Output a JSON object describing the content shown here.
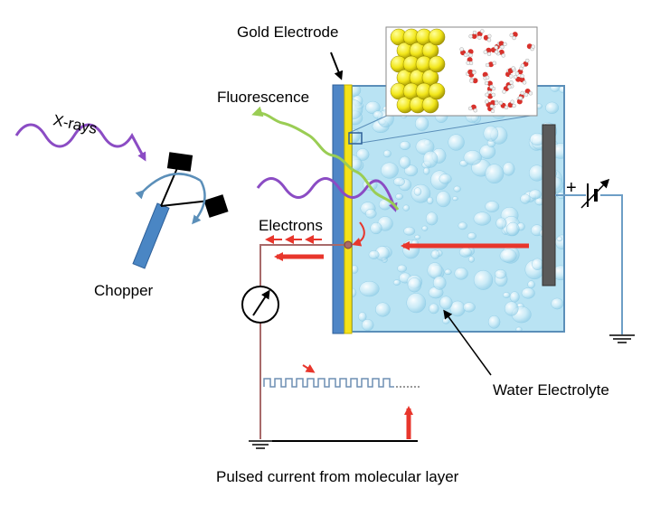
{
  "labels": {
    "gold_electrode": "Gold Electrode",
    "fluorescence": "Fluorescence",
    "xrays": "X-rays",
    "electrons": "Electrons",
    "chopper": "Chopper",
    "water_electrolyte": "Water Electrolyte",
    "plus_sign": "+",
    "caption": "Pulsed current from molecular layer"
  },
  "colors": {
    "cell_border": "#5b8fb9",
    "water": "#b9e3f3",
    "gold": "#f4e21a",
    "gold_atom": "#f2e619",
    "electrode_back": "#4f86c6",
    "counter_electrode": "#5a5a5a",
    "circuit_wire": "#a86a6a",
    "ground_wire": "#6d9ec6",
    "xray_purple": "#8b4cc4",
    "fluorescence_green": "#9acd54",
    "electron_red": "#e8362c",
    "chopper_blue": "#4a86c4",
    "pulse_line": "#6e8fb4"
  },
  "icons": [
    "ammeter-icon",
    "battery-icon",
    "ground-icon",
    "chopper-icon",
    "molecular-inset"
  ]
}
